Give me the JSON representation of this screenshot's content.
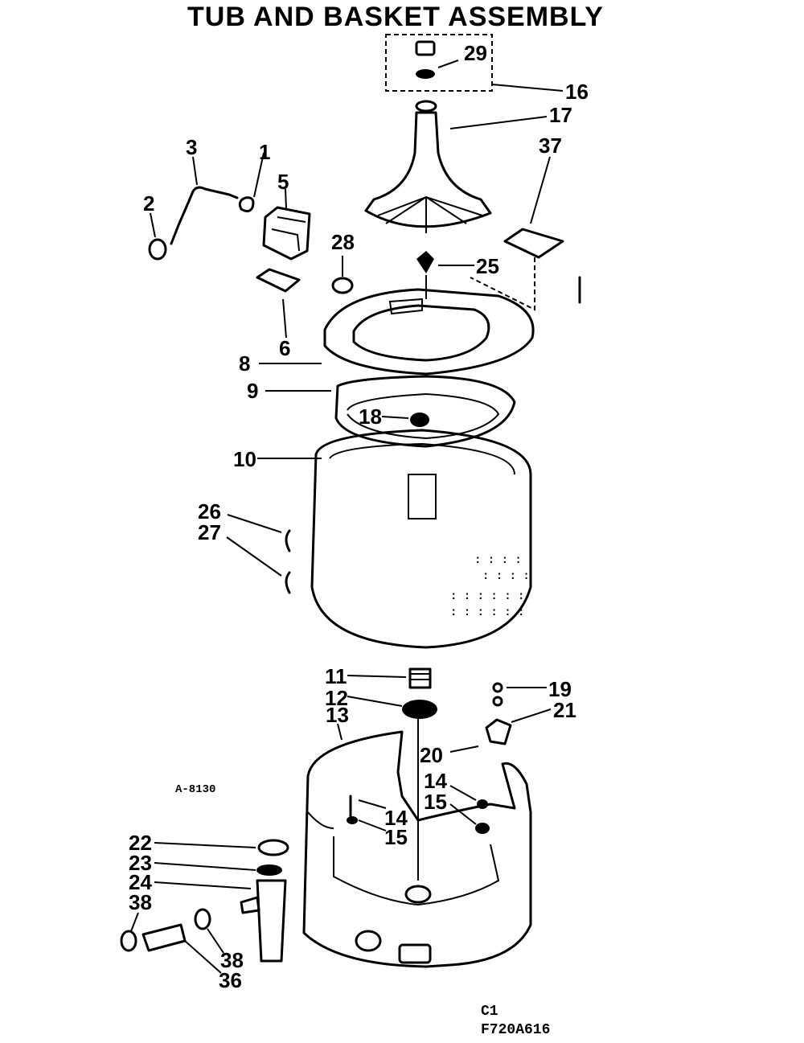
{
  "title": "TUB AND BASKET ASSEMBLY",
  "diagram_code": "A-8130",
  "footer": {
    "line1": "C1",
    "line2": "F720A616"
  },
  "callouts": {
    "c29": "29",
    "c16": "16",
    "c17": "17",
    "c37": "37",
    "c3": "3",
    "c1": "1",
    "c5": "5",
    "c2": "2",
    "c28": "28",
    "c25": "25",
    "c6": "6",
    "c8": "8",
    "c9": "9",
    "c18": "18",
    "c10": "10",
    "c26": "26",
    "c27": "27",
    "c11": "11",
    "c19": "19",
    "c12": "12",
    "c21": "21",
    "c13": "13",
    "c20": "20",
    "c14a": "14",
    "c15a": "15",
    "c14b": "14",
    "c15b": "15",
    "c22": "22",
    "c23": "23",
    "c24": "24",
    "c38a": "38",
    "c38b": "38",
    "c36": "36"
  }
}
